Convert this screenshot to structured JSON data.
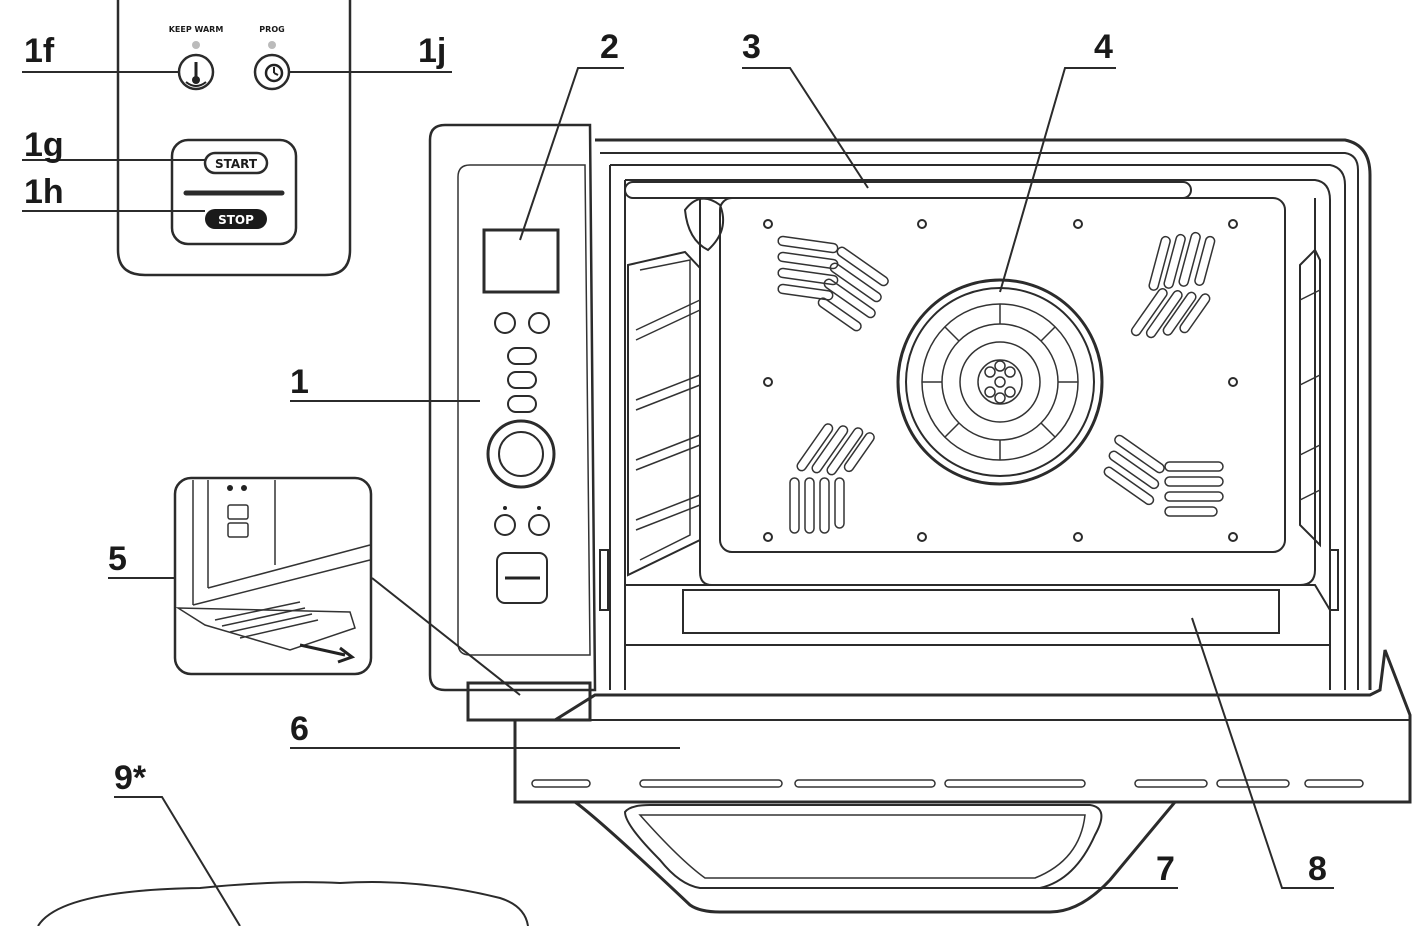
{
  "callouts": {
    "c1f": "1f",
    "c1j": "1j",
    "c1g": "1g",
    "c1h": "1h",
    "c1": "1",
    "c2": "2",
    "c3": "3",
    "c4": "4",
    "c5": "5",
    "c6": "6",
    "c7": "7",
    "c8": "8",
    "c9": "9*"
  },
  "panel": {
    "keep_warm_label": "KEEP WARM",
    "prog_label": "PROG",
    "start_label": "START",
    "stop_label": "STOP"
  },
  "colors": {
    "line": "#2b2b2b",
    "background": "#ffffff",
    "stop_button": "#1a1a1a"
  },
  "icons": [
    "thermometer-icon",
    "timer-icon"
  ]
}
